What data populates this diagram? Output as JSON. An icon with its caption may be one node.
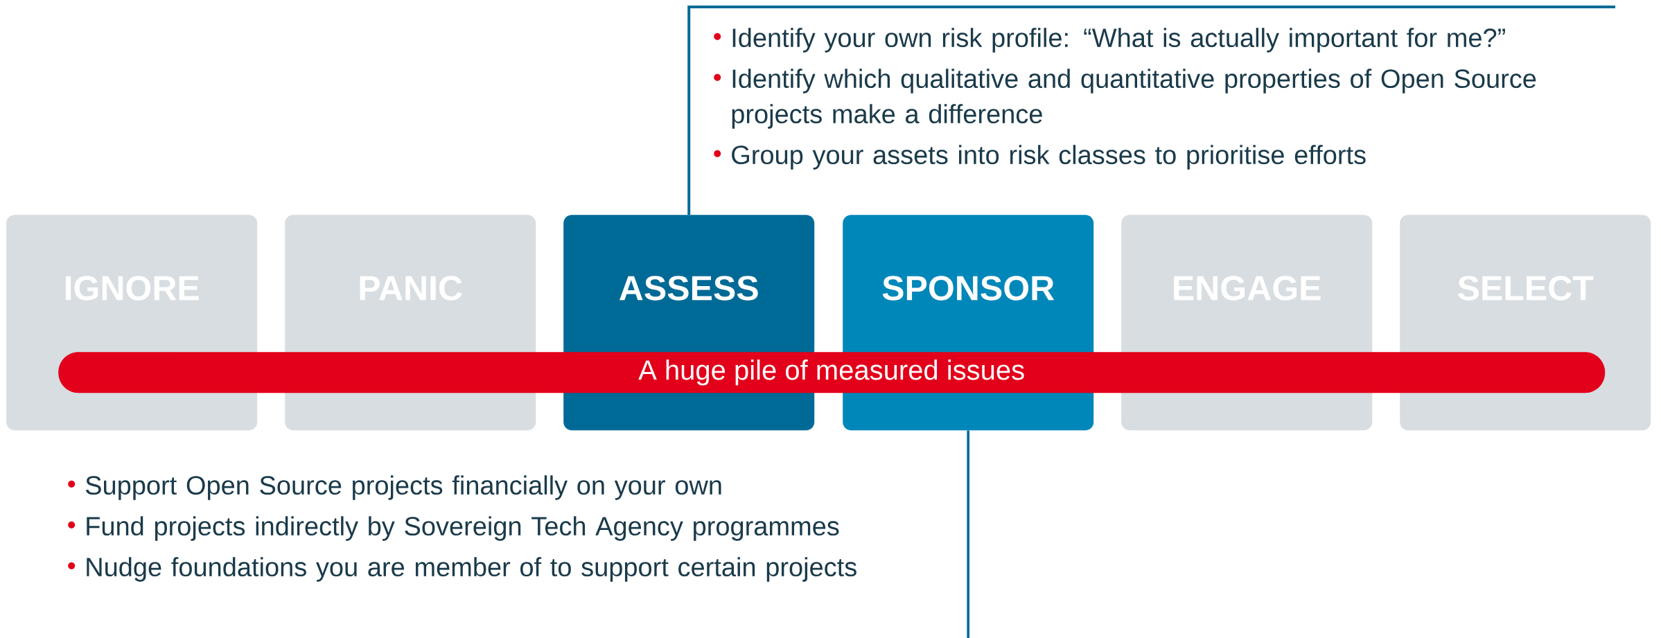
{
  "diagram": {
    "nodes": [
      {
        "text": [
          "IGNORE"
        ]
      },
      {
        "text": [
          "PANIC"
        ]
      },
      {
        "text": [
          "ASSESS"
        ]
      },
      {
        "text": [
          "SPONSOR"
        ]
      },
      {
        "text": [
          "ENGAGE"
        ]
      },
      {
        "text": [
          "SELECT"
        ]
      },
      {
        "text": [
          "A huge pile of measured issues"
        ]
      },
      {
        "text": [
          "Identify your own risk profile: “What is actually important for me?”",
          "Identify which qualitative and quantitative properties of Open Source projects make a difference",
          "Group your assets into risk classes to prioritise efforts"
        ]
      },
      {
        "text": [
          "Support Open Source projects financially on your own",
          "Fund projects indirectly by Sovereign Tech Agency programmes",
          "Nudge foundations you are member of to support certain projects"
        ]
      }
    ]
  }
}
